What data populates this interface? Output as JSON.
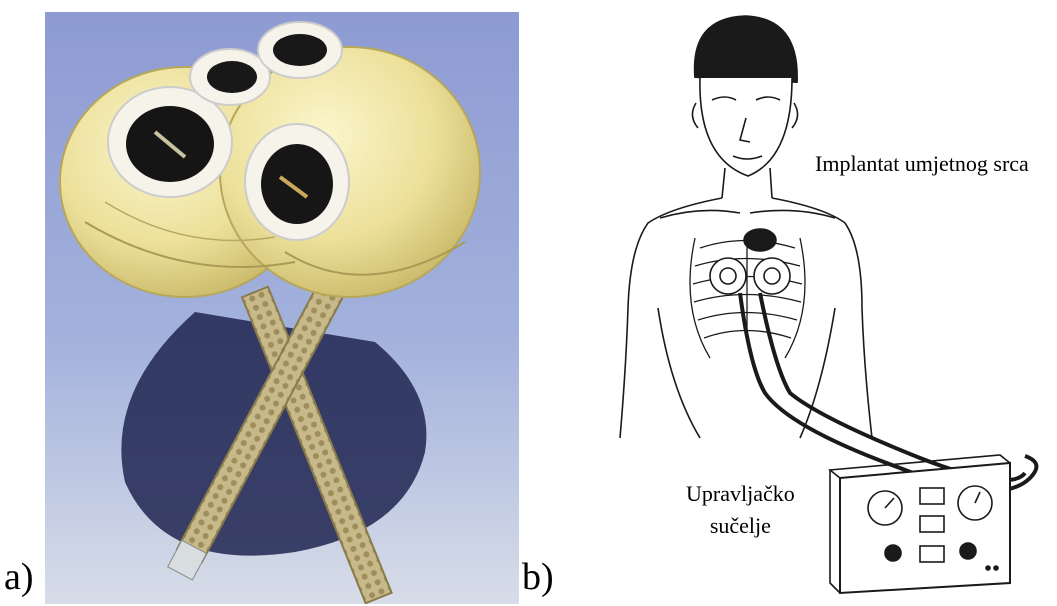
{
  "figure": {
    "label_a": "a)",
    "label_b": "b)",
    "annotation_implant": "Implantat umjetnog srca",
    "annotation_control_line1": "Upravljačko",
    "annotation_control_line2": "sučelje"
  },
  "colors": {
    "photo_background": "#7f8fc4",
    "heart_yellow": "#efe5a4",
    "tube_tan": "#c9b98a",
    "ink": "#1a1a1a"
  }
}
